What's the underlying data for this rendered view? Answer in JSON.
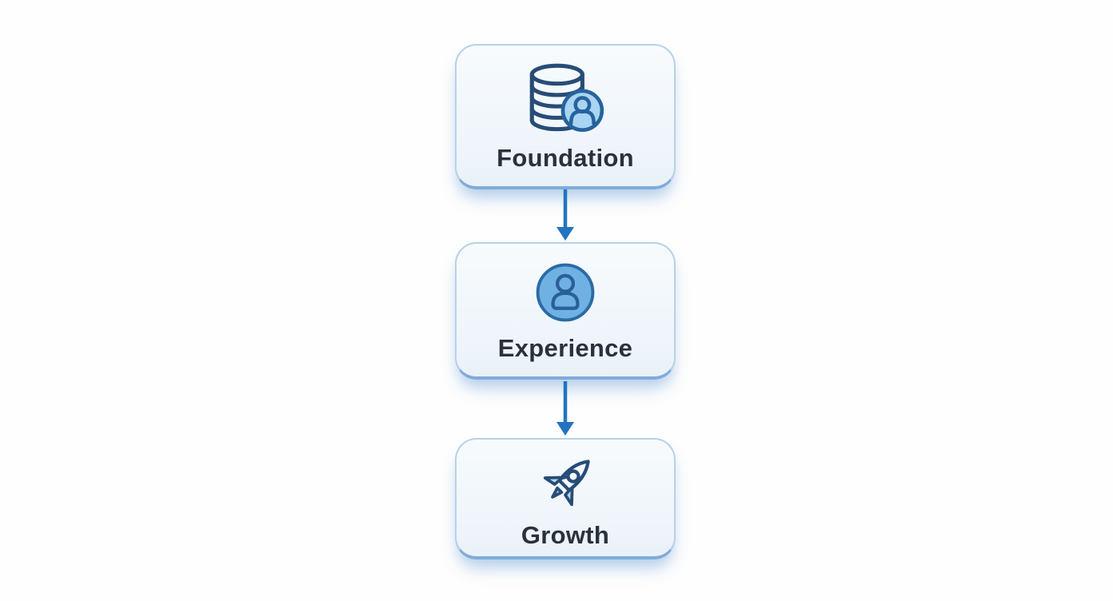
{
  "diagram": {
    "type": "flowchart",
    "direction": "top-down",
    "nodes": [
      {
        "label": "Foundation",
        "icon": "database-user-icon"
      },
      {
        "label": "Experience",
        "icon": "user-circle-icon"
      },
      {
        "label": "Growth",
        "icon": "rocket-icon"
      }
    ],
    "edges": [
      {
        "from": "Foundation",
        "to": "Experience"
      },
      {
        "from": "Experience",
        "to": "Growth"
      }
    ],
    "colors": {
      "background": "#fefefe",
      "node_fill_top": "#f7fbfd",
      "node_fill_bottom": "#e9f1f8",
      "node_border": "#b7d1ea",
      "node_border_bottom": "#7fabd9",
      "node_shadow": "#aac8e8",
      "arrow": "#2273c0",
      "icon_outline": "#274c77",
      "icon_badge_outline": "#26639e",
      "icon_fill_light": "#a9d4f2",
      "icon_fill_medium": "#6fb1e2",
      "icon_fin_fill": "#b9d3e8",
      "label_text": "#2b313c"
    }
  }
}
